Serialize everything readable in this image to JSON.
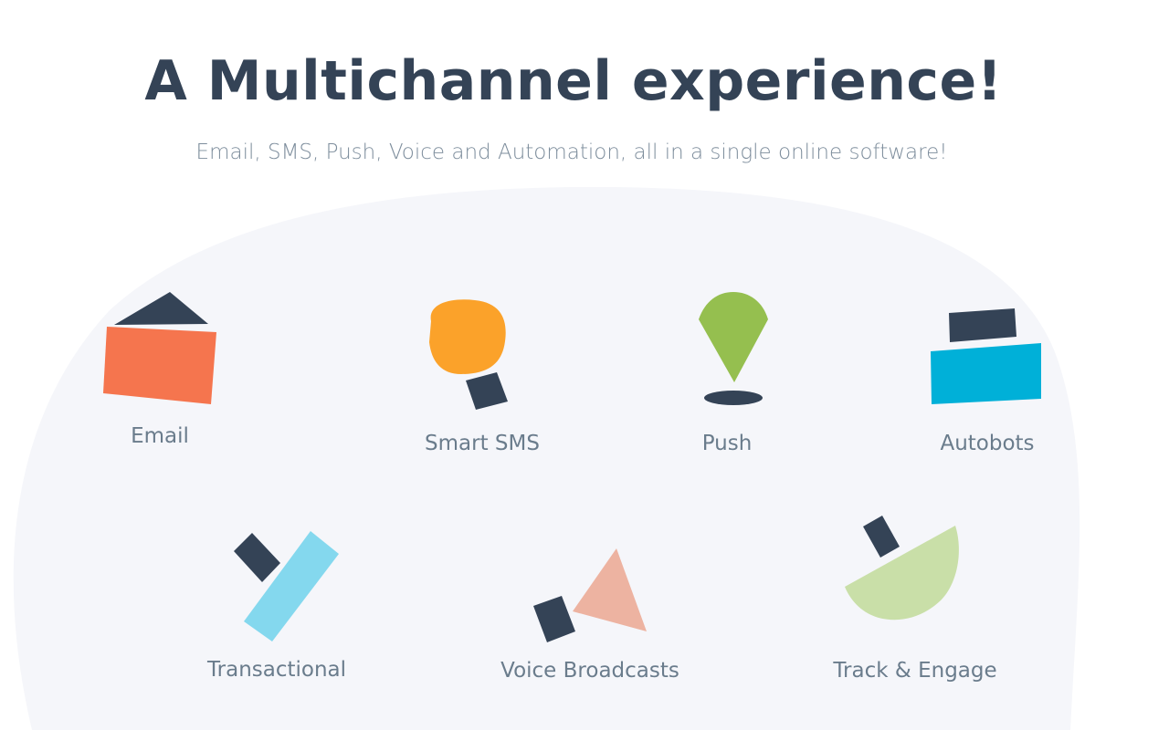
{
  "hero": {
    "title": "A Multichannel experience!",
    "subtitle": "Email, SMS, Push, Voice and Automation, all in a single online software!"
  },
  "features": [
    {
      "label": "Email",
      "icon": "email-icon"
    },
    {
      "label": "Smart SMS",
      "icon": "smart-sms-icon"
    },
    {
      "label": "Push",
      "icon": "push-icon"
    },
    {
      "label": "Autobots",
      "icon": "autobots-icon"
    },
    {
      "label": "Transactional",
      "icon": "transactional-icon"
    },
    {
      "label": "Voice Broadcasts",
      "icon": "voice-broadcasts-icon"
    },
    {
      "label": "Track & Engage",
      "icon": "track-engage-icon"
    }
  ],
  "colors": {
    "heading": "#344356",
    "subtitle": "#7d8d9c",
    "label": "#6a7c8c",
    "background_blob": "#f5f6fa",
    "dark_shape": "#344356",
    "email_orange": "#f5754e",
    "sms_orange": "#fba22a",
    "push_green": "#95bf4f",
    "autobots_blue": "#00b0d8",
    "transactional_blue": "#84d8ee",
    "voice_salmon": "#edb3a1",
    "track_green": "#c9dfa8"
  }
}
